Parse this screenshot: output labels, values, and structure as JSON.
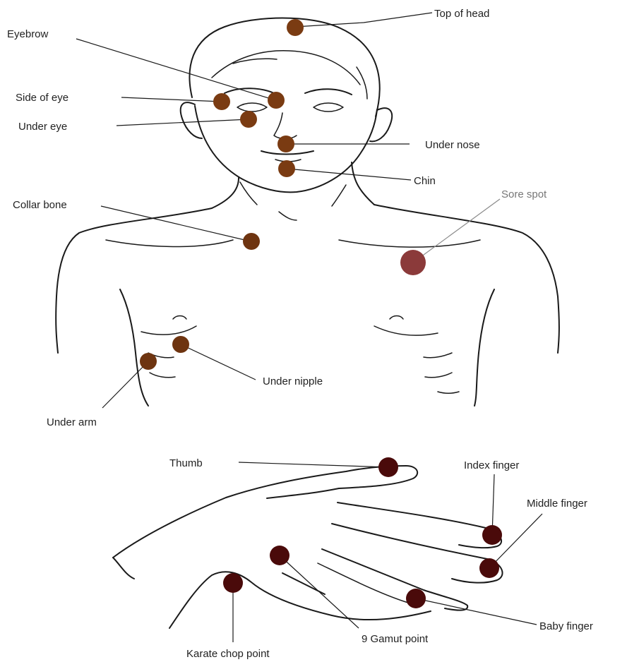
{
  "colors": {
    "face_point": "#7a3b12",
    "body_point": "#6e3410",
    "hand_point": "#4a0a0a",
    "sore_spot": "#8b3a3a",
    "sore_spot_label": "#777777",
    "label_text": "#222222"
  },
  "labels": {
    "top_of_head": "Top of head",
    "eyebrow": "Eyebrow",
    "side_of_eye": "Side of eye",
    "under_eye": "Under eye",
    "under_nose": "Under nose",
    "chin": "Chin",
    "collar_bone": "Collar bone",
    "sore_spot": "Sore spot",
    "under_nipple": "Under nipple",
    "under_arm": "Under arm",
    "thumb": "Thumb",
    "index_finger": "Index finger",
    "middle_finger": "Middle finger",
    "baby_finger": "Baby finger",
    "gamut_point": "9 Gamut point",
    "karate_chop_point": "Karate chop point"
  }
}
